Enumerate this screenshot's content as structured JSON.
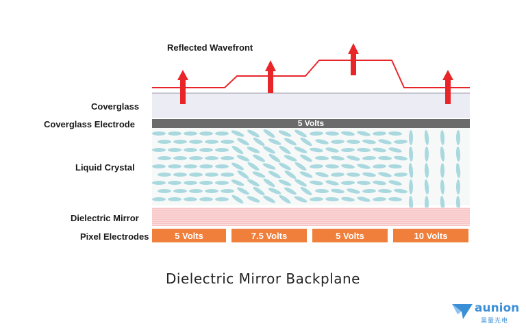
{
  "labels": {
    "reflected_wavefront": "Reflected Wavefront",
    "coverglass": "Coverglass",
    "coverglass_electrode": "Coverglass Electrode",
    "liquid_crystal": "Liquid Crystal",
    "dielectric_mirror": "Dielectric Mirror",
    "pixel_electrodes": "Pixel Electrodes"
  },
  "coverglass_electrode_voltage": "5 Volts",
  "pixel_electrodes": [
    {
      "voltage": "5 Volts"
    },
    {
      "voltage": "7.5 Volts"
    },
    {
      "voltage": "5 Volts"
    },
    {
      "voltage": "10 Volts"
    }
  ],
  "caption": "Dielectric Mirror Backplane",
  "brand": {
    "name": "aunion",
    "subtitle": "昊量光电"
  },
  "colors": {
    "wavefront": "#e8262a",
    "coverglass": "#ececf4",
    "electrode_bar": "#6b6b6b",
    "liquid_crystal": "#a9d9df",
    "mirror": "#f6b2b2",
    "pixel_electrode": "#f07f3c",
    "brand": "#3b8fd6"
  }
}
